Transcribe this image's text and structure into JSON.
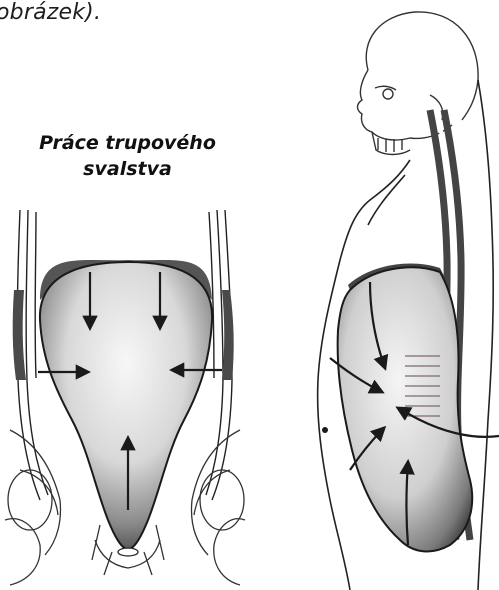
{
  "caption": {
    "partial_text": "obrázek)."
  },
  "figure": {
    "title_line1": "Práce trupového",
    "title_line2": "svalstva"
  },
  "colors": {
    "ink": "#1a1a1a",
    "muscle": "#4a4a4a",
    "cavity_light": "#f2f2f2",
    "cavity_dark": "#3a3a3a"
  },
  "illustrations": {
    "left": "front-view-trunk-cavity",
    "right": "side-view-human-with-skull-and-spine"
  }
}
